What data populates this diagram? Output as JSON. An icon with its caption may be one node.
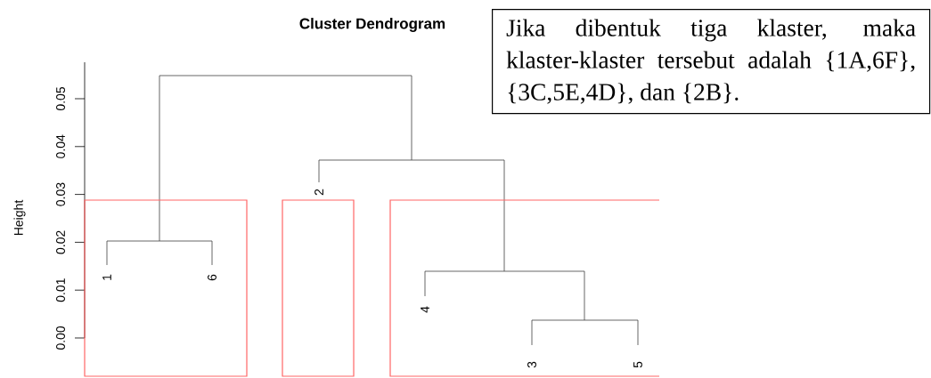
{
  "diagram": {
    "title": "Cluster Dendrogram",
    "nodes": [
      {
        "text": [
          "Jika dibentuk tiga klaster, maka klaster-klaster tersebut adalah {1A,6F}, {3C,5E,4D}, dan {2B}."
        ]
      },
      {
        "text": [],
        "shape": "box"
      },
      {
        "text": [],
        "shape": "box"
      },
      {
        "text": [],
        "shape": "box"
      }
    ],
    "edges": [],
    "labels": [
      "0.05",
      "0.04",
      "0.03",
      "0.02",
      "0.01",
      "0.00",
      "Height",
      "1",
      "6",
      "2",
      "4",
      "3",
      "5"
    ]
  }
}
